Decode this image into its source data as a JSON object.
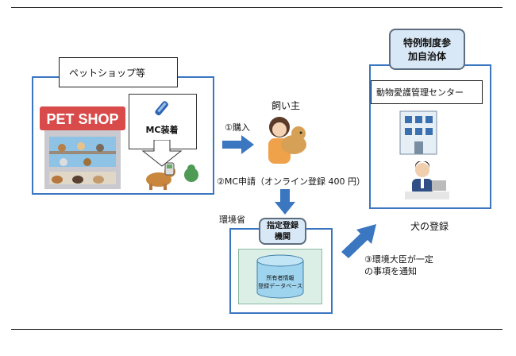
{
  "header_text": "",
  "shop": {
    "label": "ペットショップ等",
    "sign": "PET SHOP"
  },
  "mc": {
    "label": "MC装着"
  },
  "owner": {
    "label": "飼い主"
  },
  "steps": {
    "step1": "①購入",
    "step2": "②MC申請（オンライン登録 400 円）",
    "step3_line1": "③環境大臣が一定",
    "step3_line2": "の事項を通知"
  },
  "registry": {
    "ministry": "環境省",
    "title_line1": "指定登録",
    "title_line2": "機関",
    "db_line1": "所有者情報",
    "db_line2": "登録データベース"
  },
  "municipality": {
    "tag_line1": "特例制度参",
    "tag_line2": "加自治体",
    "center": "動物愛護管理センター",
    "dog_registration": "犬の登録"
  },
  "colors": {
    "blue": "#3b76c1",
    "tag": "#d9e8f6",
    "green": "#dcefe6"
  }
}
